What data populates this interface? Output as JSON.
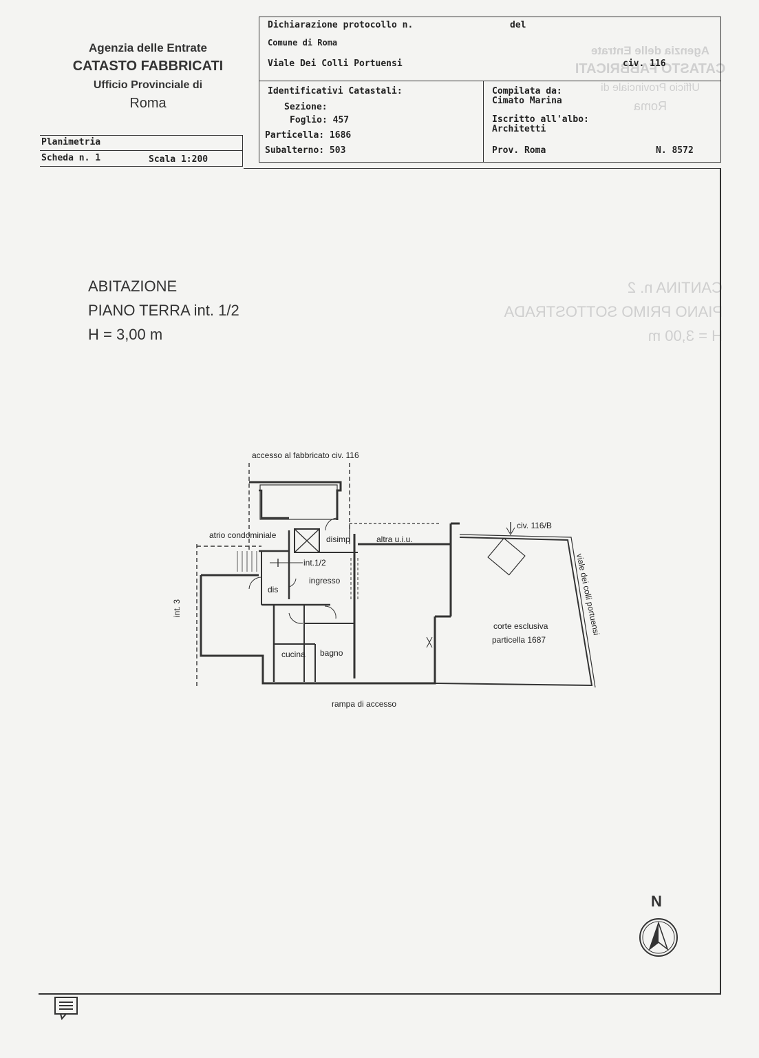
{
  "agency": {
    "line1": "Agenzia delle Entrate",
    "line2": "CATASTO FABBRICATI",
    "line3": "Ufficio Provinciale di",
    "line4": "Roma"
  },
  "doc_type": {
    "planimetria": "Planimetria",
    "scheda": "Scheda n. 1",
    "scala": "Scala 1:200"
  },
  "declaration": {
    "protocol_label": "Dichiarazione protocollo n.",
    "del_label": "del",
    "comune": "Comune di Roma",
    "address": "Viale Dei Colli Portuensi",
    "civ": "civ. 116"
  },
  "identifiers": {
    "title": "Identificativi Catastali:",
    "sezione": "Sezione:",
    "foglio": "Foglio: 457",
    "particella": "Particella: 1686",
    "subalterno": "Subalterno: 503"
  },
  "compiler": {
    "compilata_label": "Compilata da:",
    "name": "Cimato Marina",
    "iscritto_label": "Iscritto all'albo:",
    "albo": "Architetti",
    "prov": "Prov. Roma",
    "number": "N. 8572"
  },
  "plan": {
    "title1": "ABITAZIONE",
    "title2": "PIANO TERRA int. 1/2",
    "title3": "H = 3,00 m",
    "labels": {
      "accesso": "accesso al fabbricato civ. 116",
      "atrio": "atrio condominiale",
      "disimp": "disimp",
      "altra": "altra u.i.u.",
      "civ116b": "civ. 116/B",
      "int12": "int.1/2",
      "ingresso": "ingresso",
      "dis": "dis",
      "int3": "int. 3",
      "cucina": "cucina",
      "bagno": "bagno",
      "corte": "corte esclusiva",
      "particella": "particella 1687",
      "viale": "viale dei colli portuensi",
      "rampa": "rampa di accesso"
    },
    "north": "N"
  },
  "bleed": {
    "agency1": "Agenzia delle Entrate",
    "agency2": "CATASTO FABBRICATI",
    "agency3": "Ufficio Provinciale di",
    "agency4": "Roma",
    "title1": "CANTINA n. 2",
    "title2": "PIANO PRIMO SOTTOSTRADA",
    "title3": "H = 3,00 m"
  }
}
